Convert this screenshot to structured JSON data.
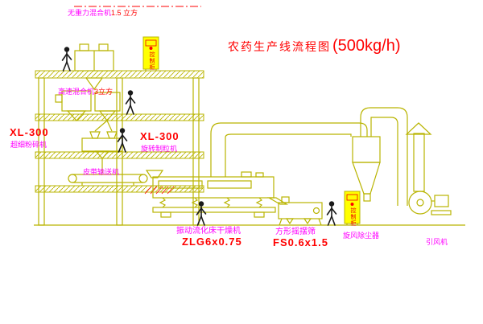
{
  "title": {
    "main": "农药生产线流程图",
    "capacity": "(500kg/h)"
  },
  "equipment": {
    "mixer_top": {
      "name": "无重力混合机",
      "spec": "1.5 立方"
    },
    "high_speed_mixer": {
      "name": "高速混合机",
      "spec": "3立方"
    },
    "pulverizer": {
      "model": "XL-300",
      "name": "超细粉碎机"
    },
    "granulator": {
      "model": "XL-300",
      "name": "旋转制粒机"
    },
    "belt_conveyor": {
      "name": "皮带输送机"
    },
    "fluid_bed_dryer": {
      "name": "振动流化床干燥机",
      "model": "ZLG6x0.75"
    },
    "square_sieve": {
      "name": "方形摇摆筛",
      "model": "FS0.6x1.5"
    },
    "cyclone": {
      "name": "旋风除尘器"
    },
    "induced_draft_fan": {
      "name": "引风机"
    },
    "control_cabinet_1": {
      "label": "控制柜"
    },
    "control_cabinet_2": {
      "label": "控制柜"
    }
  },
  "colors": {
    "line": "#b9b400",
    "label_pink": "#ff00ff",
    "label_red": "#ff0000",
    "cabinet_fill": "#ffff00",
    "person": "#1a1a1a"
  }
}
